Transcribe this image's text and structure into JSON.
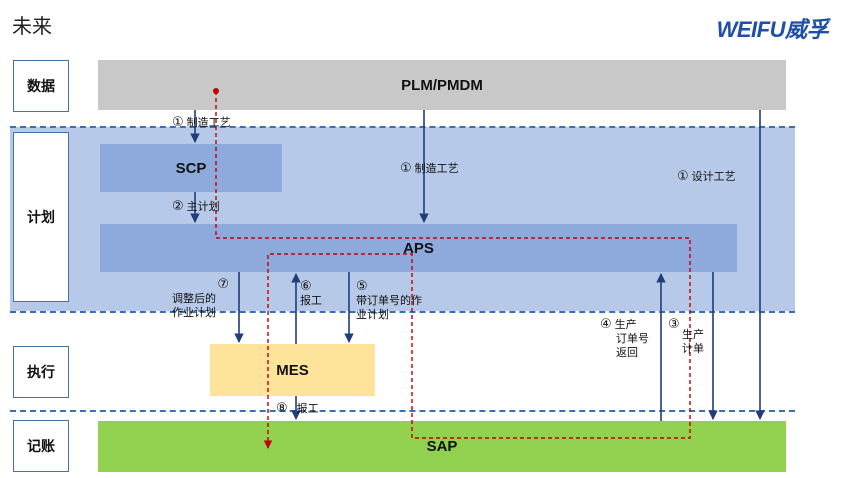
{
  "title": "未来",
  "logo": "WEIFU威孚",
  "rows": {
    "data": "数据",
    "plan": "计划",
    "exec": "执行",
    "account": "记账"
  },
  "boxes": {
    "plm": "PLM/PMDM",
    "scp": "SCP",
    "aps": "APS",
    "mes": "MES",
    "sap": "SAP"
  },
  "annotations": {
    "a1_left": {
      "num": "①",
      "text": "制造工艺"
    },
    "a2": {
      "num": "②",
      "text": "主计划"
    },
    "a1_mid": {
      "num": "①",
      "text": "制造工艺"
    },
    "a1_right": {
      "num": "①",
      "text": "设计工艺"
    },
    "a7": {
      "num": "⑦",
      "line1": "调整后的",
      "line2": "作业计划"
    },
    "a6": {
      "num": "⑥",
      "text": "报工"
    },
    "a5": {
      "num": "⑤",
      "line1": "带订单号的作",
      "line2": "业计划"
    },
    "a4": {
      "num": "④",
      "line1": "生产",
      "line2": "订单号",
      "line3": "返回"
    },
    "a3": {
      "num": "③",
      "line1": "生产",
      "line2": "计单"
    },
    "a8": {
      "num": "⑧",
      "text": "报工"
    }
  },
  "colors": {
    "plm": "#c8c8c8",
    "plan_band": "#b7c9e8",
    "scp_aps": "#8eaadc",
    "mes": "#fde49a",
    "sap": "#92d050",
    "arrow": "#1f3d7a",
    "red_path": "#c00000"
  }
}
